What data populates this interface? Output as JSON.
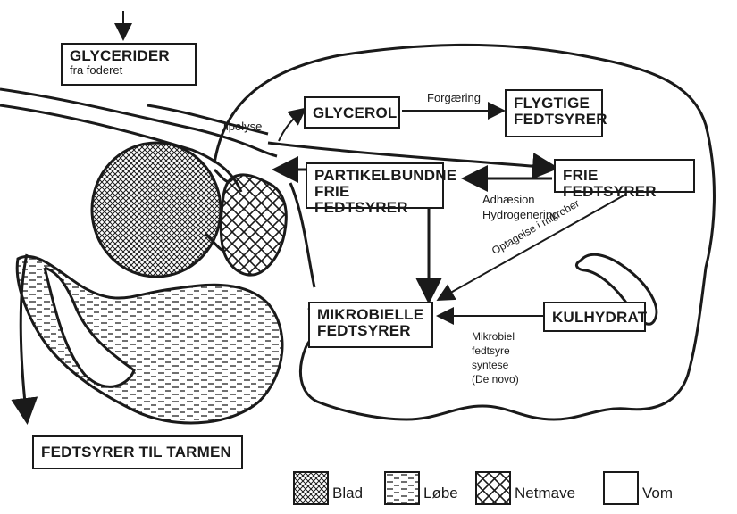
{
  "boxes": {
    "glycerider": {
      "title": "GLYCERIDER",
      "sub": "fra foderet"
    },
    "glycerol": "GLYCEROL",
    "flygtige_1": "FLYGTIGE",
    "flygtige_2": "FEDTSYRER",
    "frie": "FRIE FEDTSYRER",
    "partikel_1": "PARTIKELBUNDNE",
    "partikel_2": "FRIE FEDTSYRER",
    "mikrobielle_1": "MIKROBIELLE",
    "mikrobielle_2": "FEDTSYRER",
    "kulhydrat": "KULHYDRAT",
    "tarmen": "FEDTSYRER TIL TARMEN"
  },
  "labels": {
    "lipolyse": "lipolyse",
    "forgaering": "Forgæring",
    "adhaesion": "Adhæsion",
    "hydrogenering": "Hydrogenering",
    "optagelse": "Optagelse i mikrober",
    "syntese_1": "Mikrobiel",
    "syntese_2": "fedtsyre",
    "syntese_3": "syntese",
    "syntese_4": "(De novo)"
  },
  "legend": [
    {
      "label": "Blad",
      "pattern": "crosshatch-fine"
    },
    {
      "label": "Løbe",
      "pattern": "dashes"
    },
    {
      "label": "Netmave",
      "pattern": "crosshatch-open"
    },
    {
      "label": "Vom",
      "pattern": "none"
    }
  ],
  "colors": {
    "ink": "#1a1a1a",
    "background": "#ffffff"
  }
}
